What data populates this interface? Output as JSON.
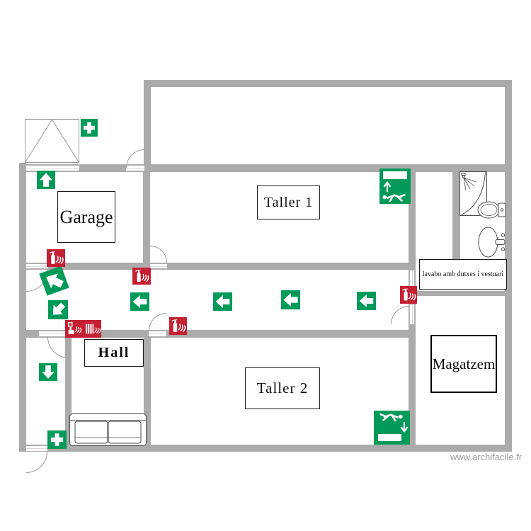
{
  "page": {
    "watermark": "www.archifacile.fr"
  },
  "colors": {
    "wall": "#ababab",
    "green": "#019a59",
    "red": "#c41f33",
    "line": "#9a9a9a",
    "fixture": "#4a4a4a"
  },
  "rooms": {
    "garage": {
      "label": "Garage"
    },
    "taller1": {
      "label": "Taller 1"
    },
    "hall": {
      "label": "Hall"
    },
    "taller2": {
      "label": "Taller 2"
    },
    "magatzem": {
      "label": "Magatzem"
    },
    "lavabo": {
      "label": "lavabo amb dutxes i vestuari"
    }
  },
  "signs": {
    "green": [
      {
        "name": "first-aid-cross",
        "locations": 2
      },
      {
        "name": "emergency-exit-running-man-arrow-up",
        "locations": 1
      },
      {
        "name": "emergency-exit-running-man-arrow-down",
        "locations": 1
      },
      {
        "name": "direction-arrow-up",
        "locations": 1
      },
      {
        "name": "direction-arrow-left",
        "locations": 4
      },
      {
        "name": "direction-arrow-up-left",
        "locations": 1
      },
      {
        "name": "direction-arrow-down-left",
        "locations": 1
      },
      {
        "name": "direction-arrow-down",
        "locations": 1
      }
    ],
    "red": [
      {
        "name": "fire-extinguisher",
        "locations": 4
      },
      {
        "name": "fire-call-point-and-hose-reel",
        "locations": 1
      }
    ]
  },
  "fixtures": [
    "garage-door",
    "shower",
    "toilet",
    "sink",
    "sofa"
  ]
}
